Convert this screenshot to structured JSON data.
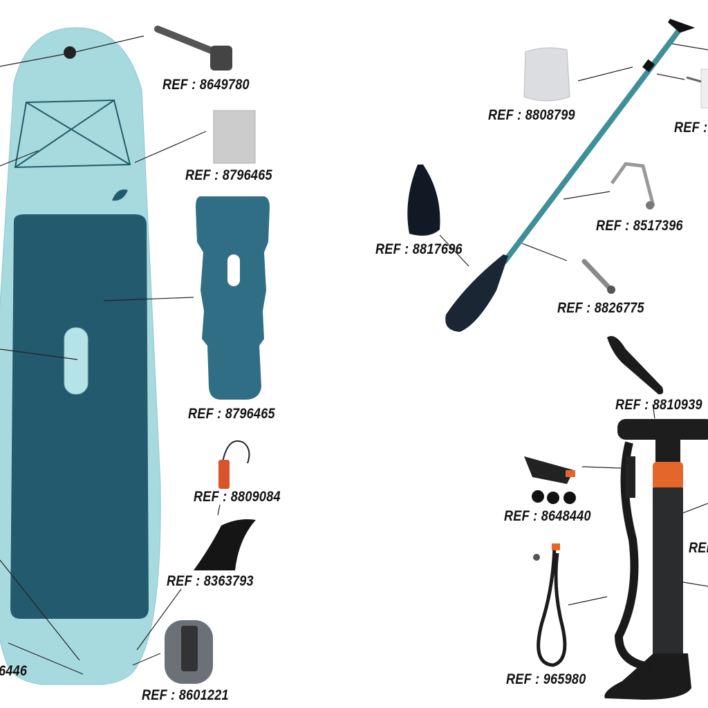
{
  "colors": {
    "board": "#a7dade",
    "deck_pad": "#235a6e",
    "paddle_shaft": "#3f8f99",
    "paddle_blade": "#1a2633",
    "pump": "#222426",
    "pump_accent": "#e5662b",
    "leash": "#d9542b"
  },
  "labels": {
    "valve_wrench": "REF : 8649780",
    "d_ring": "REF : 8796465",
    "deck_pad": "REF : 8796465",
    "leash": "REF : 8809084",
    "fin": "REF : 8363793",
    "fin_box": "REF : 8601221",
    "left_partial": "6446",
    "paddle_clamp": "REF : 8808799",
    "right_top_partial": "REF :",
    "spring_clip": "REF : 8517396",
    "blade": "REF : 8817696",
    "pin": "REF : 8826775",
    "pump_handle": "REF : 8810939",
    "pump_adapters": "REF : 8648440",
    "pump_partial": "REF",
    "pump_hose": "REF : 965980"
  }
}
